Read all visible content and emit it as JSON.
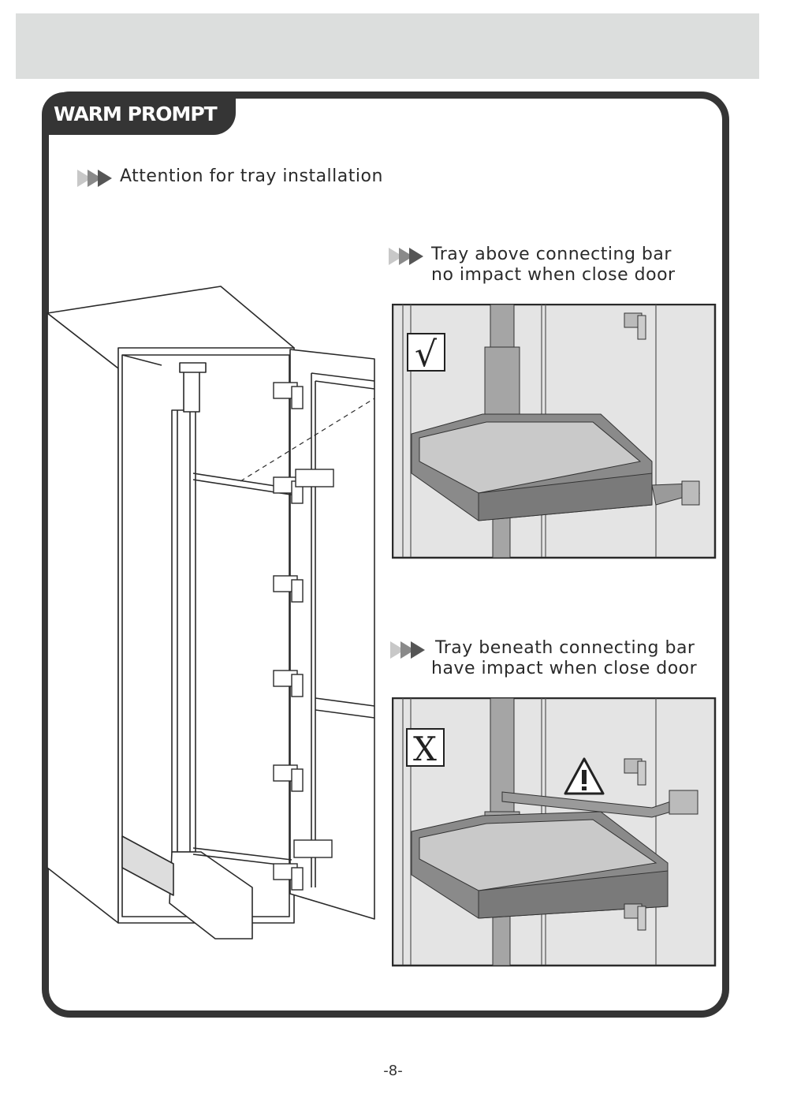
{
  "header": {
    "badge": "WARM PROMPT"
  },
  "section": {
    "title": "Attention for tray installation"
  },
  "correct": {
    "line1": "Tray above connecting bar",
    "line2": "no impact when close door",
    "mark": "√"
  },
  "incorrect": {
    "line1": "Tray beneath connecting bar",
    "line2": "have impact when close door",
    "mark": "X"
  },
  "footer": {
    "page": "-8-"
  },
  "icons": {
    "arrow": "triple-arrow-icon",
    "check": "check-icon",
    "cross": "cross-icon",
    "warning": "warning-icon"
  },
  "colors": {
    "frame": "#353535",
    "header_band": "#dcdedd",
    "panel_bg": "#e4e4e4",
    "tray": "#7a7a7a"
  }
}
